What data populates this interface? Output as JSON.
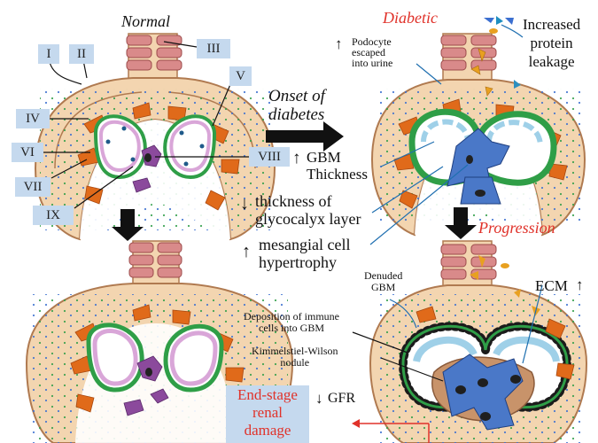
{
  "titles": {
    "normal": "Normal",
    "diabetic": "Diabetic",
    "progression": "Progression",
    "onset": "Onset of\ndiabetes"
  },
  "roman_labels": [
    "I",
    "II",
    "III",
    "IV",
    "V",
    "VI",
    "VII",
    "VIII",
    "IX"
  ],
  "annotations": {
    "increased_protein": "Increased\nprotein\nleakage",
    "podocyte": "Podocyte\nescaped\ninto urine",
    "gbm": "GBM\nThickness",
    "glycocalyx": "thickness of\nglycocalyx layer",
    "mesangial": "mesangial cell\nhypertrophy",
    "denuded": "Denuded\nGBM",
    "ecm": "ECM",
    "deposition": "Deposition of immune\ncells into GBM",
    "kimmelstiel": "Kimmelstiel-Wilson\nnodule",
    "gfr": "GFR",
    "end_stage": "End-stage\nrenal\ndamage"
  },
  "arrows": {
    "up": "↑",
    "down": "↓"
  },
  "colors": {
    "capsule_fill": "#f3d5b0",
    "capsule_stroke": "#b07a50",
    "gbm_green": "#2f9e47",
    "podocyte_orange": "#e06a1a",
    "endothelium_pink": "#d9a6d8",
    "mesangium_blue": "#4a78c8",
    "label_box": "#c5d9ee",
    "red_text": "#e0322a"
  }
}
